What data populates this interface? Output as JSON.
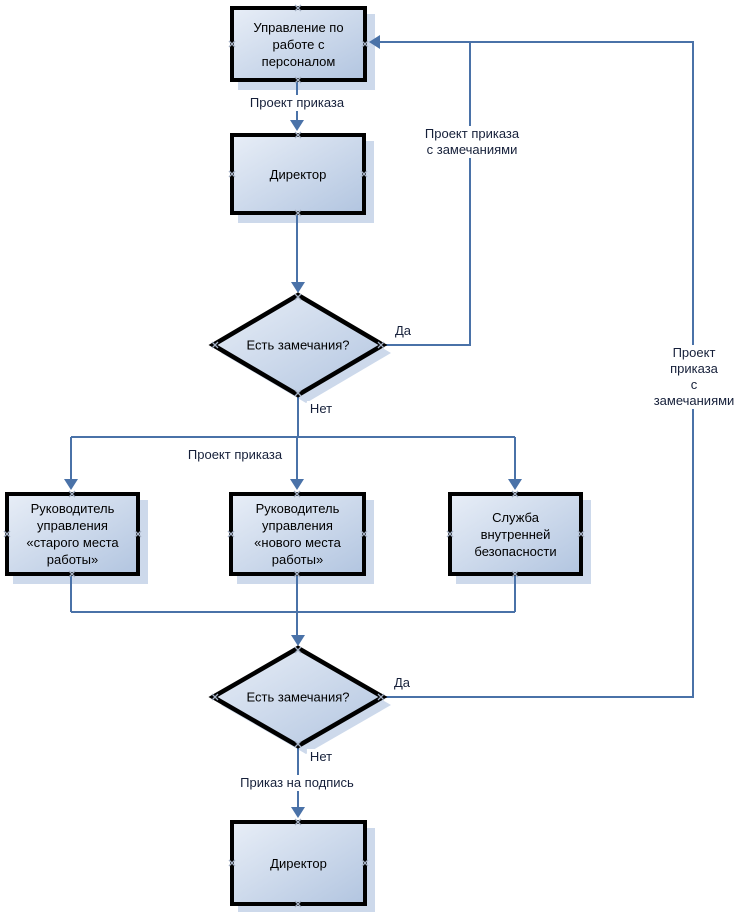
{
  "diagram": {
    "nodes": {
      "hr": {
        "label": "Управление по работе с персоналом"
      },
      "director_review": {
        "label": "Директор"
      },
      "decision_1": {
        "label": "Есть замечания?"
      },
      "head_old": {
        "label": "Руководитель управления «старого места работы»"
      },
      "head_new": {
        "label": "Руководитель управления «нового места работы»"
      },
      "security": {
        "label": "Служба внутренней безопасности"
      },
      "decision_2": {
        "label": "Есть замечания?"
      },
      "director_sign": {
        "label": "Директор"
      }
    },
    "labels": {
      "draft_order_top": "Проект приказа",
      "draft_with_comments_inner": "Проект приказа\nс замечаниями",
      "yes_1": "Да",
      "no_1": "Нет",
      "draft_order_fanout": "Проект приказа",
      "draft_with_comments_outer": "Проект приказа\nс замечаниями",
      "yes_2": "Да",
      "no_2": "Нет",
      "order_to_sign": "Приказ на подпись"
    },
    "colors": {
      "connector": "#4a72a8",
      "node_border": "#000000",
      "node_fill_light": "#e8eef7",
      "node_fill_dark": "#b2c5e0",
      "shadow": "#cdd9eb",
      "node_text": "#000000",
      "edge_label_text": "#16203a",
      "background": "#ffffff"
    }
  }
}
